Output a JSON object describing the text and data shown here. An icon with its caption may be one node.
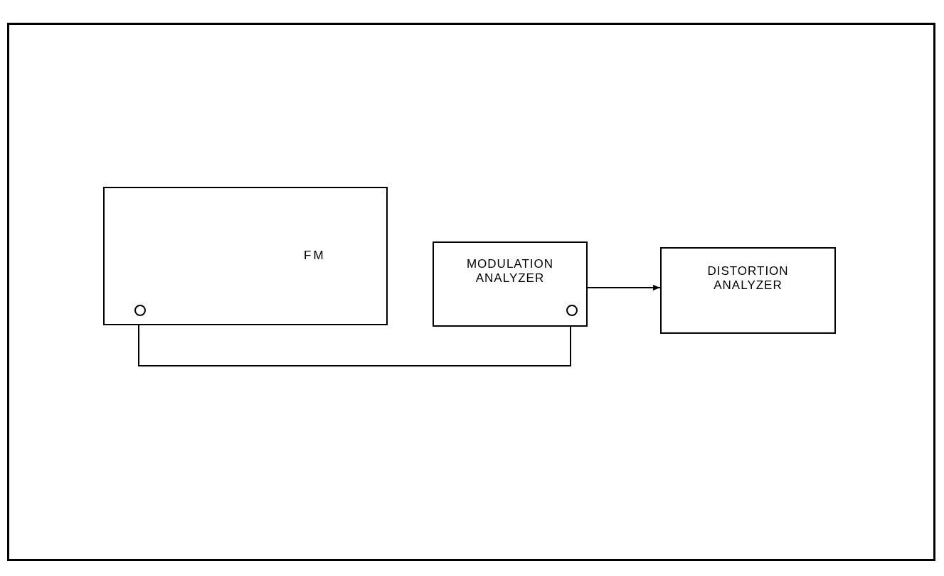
{
  "diagram": {
    "nodes": [
      {
        "text": [
          "FM"
        ]
      },
      {
        "text": [
          "MODULATION ANALYZER"
        ]
      },
      {
        "text": [
          "DISTORTION ANALYZER"
        ]
      },
      {
        "text": [],
        "shape": "circle",
        "in": 0
      },
      {
        "text": [],
        "shape": "circle",
        "in": 1
      }
    ],
    "edges": [
      {
        "from": 3,
        "to": 4,
        "arrow": "none"
      },
      {
        "from": 1,
        "to": 2,
        "arrow": "to"
      }
    ]
  }
}
